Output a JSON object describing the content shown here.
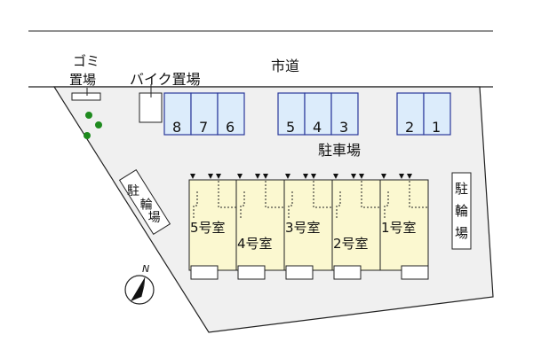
{
  "labels": {
    "road": "市道",
    "garbage_line1": "ゴミ",
    "garbage_line2": "置場",
    "bike_parking_top": "バイク置場",
    "car_parking": "駐車場",
    "bicycle_left": [
      "駐",
      "輪",
      "場"
    ],
    "bicycle_right": [
      "駐",
      "輪",
      "場"
    ],
    "compass_north": "N"
  },
  "parking_spaces": [
    "8",
    "7",
    "6",
    "5",
    "4",
    "3",
    "2",
    "1"
  ],
  "rooms": [
    "5号室",
    "4号室",
    "3号室",
    "2号室",
    "1号室"
  ],
  "colors": {
    "lot": "#f0f0f0",
    "parking": "#dcecfb",
    "parking_border": "#2b3a9b",
    "building": "#fbf8d0",
    "tree": "#1e8a1e"
  }
}
